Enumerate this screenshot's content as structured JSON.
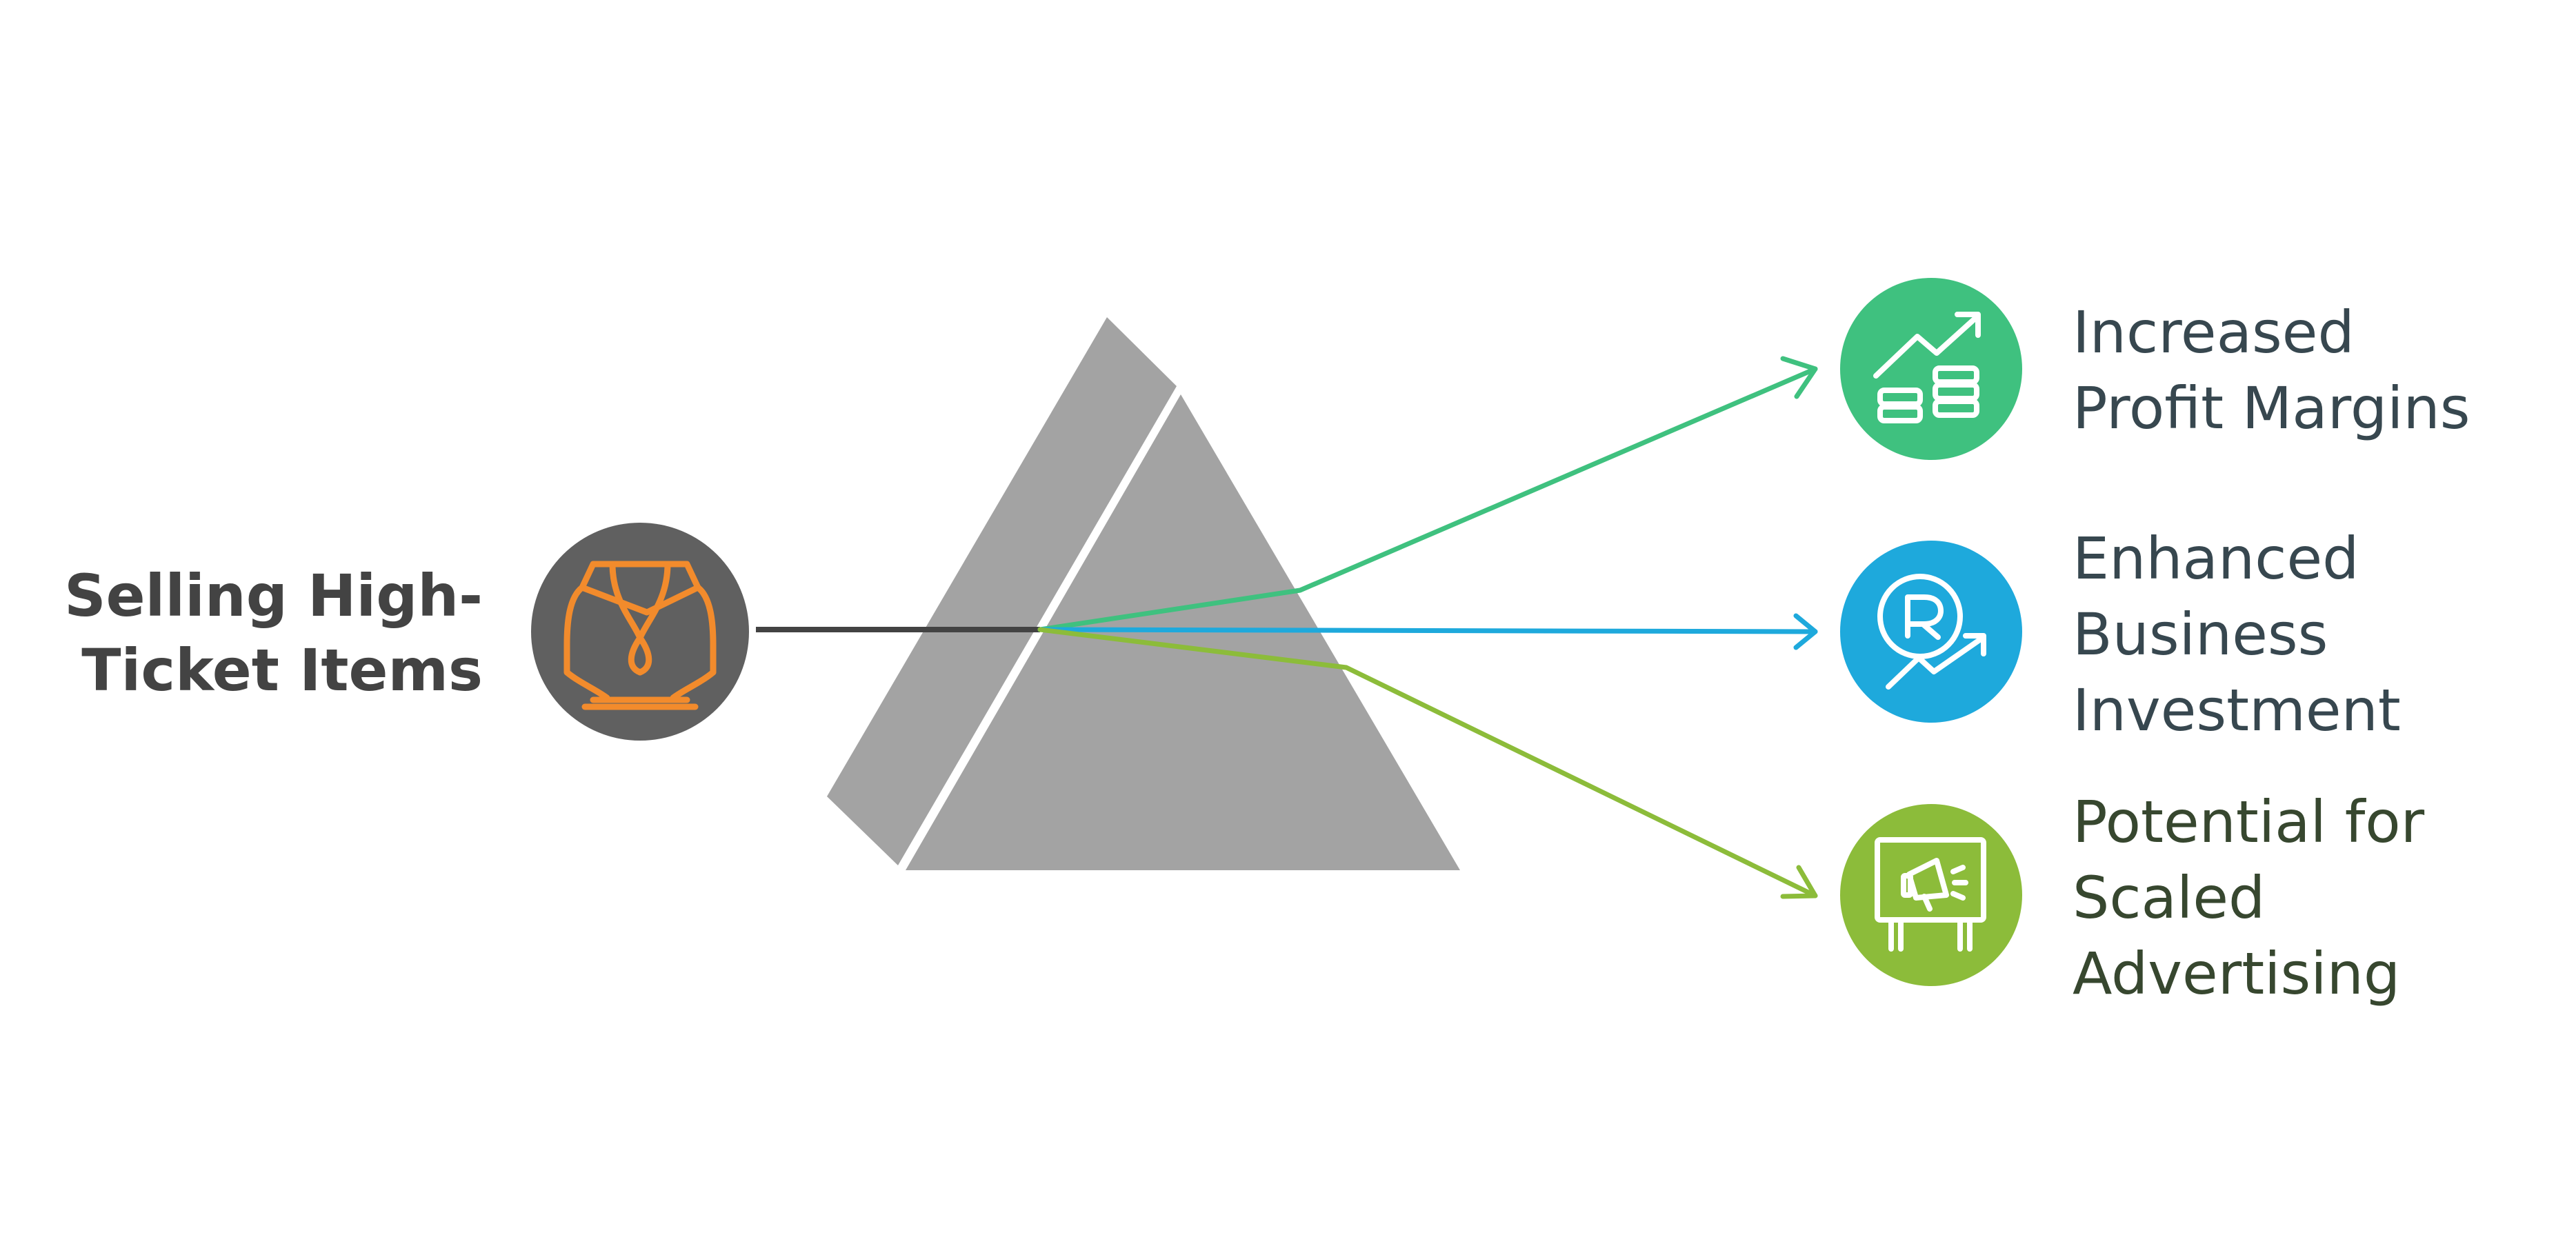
{
  "input": {
    "label_line1": "Selling High-",
    "label_line2": "Ticket Items",
    "icon": "jewelry-necklace-icon",
    "circle_color": "#606060",
    "icon_color": "#f28b2c"
  },
  "prism": {
    "color": "#a3a3a3"
  },
  "beam": {
    "color": "#434343"
  },
  "outcomes": [
    {
      "line1": "Increased",
      "line2": "Profit Margins",
      "line3": "",
      "icon": "rising-chart-coins-icon",
      "color": "#3fc17f"
    },
    {
      "line1": "Enhanced",
      "line2": "Business",
      "line3": "Investment",
      "icon": "currency-growth-icon",
      "color": "#1ea9dc"
    },
    {
      "line1": "Potential for",
      "line2": "Scaled",
      "line3": "Advertising",
      "icon": "billboard-megaphone-icon",
      "color": "#8cbc3a"
    }
  ]
}
